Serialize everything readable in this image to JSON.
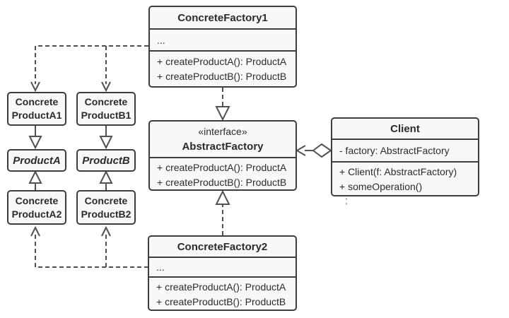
{
  "diagram_title": "Abstract Factory pattern UML class diagram",
  "colors": {
    "background": "#ffffff",
    "box_fill": "#f8f8f8",
    "box_border": "#3d3d3d",
    "text": "#2b2b2b",
    "connector": "#515151"
  },
  "classes": {
    "concreteFactory1": {
      "title": "ConcreteFactory1",
      "ellipsis": "...",
      "methods": [
        "+ createProductA(): ProductA",
        "+ createProductB(): ProductB"
      ]
    },
    "abstractFactory": {
      "stereotype": "«interface»",
      "title": "AbstractFactory",
      "methods": [
        "+ createProductA(): ProductA",
        "+ createProductB(): ProductB"
      ]
    },
    "concreteFactory2": {
      "title": "ConcreteFactory2",
      "ellipsis": "...",
      "methods": [
        "+ createProductA(): ProductA",
        "+ createProductB(): ProductB"
      ]
    },
    "client": {
      "title": "Client",
      "attributes": [
        "- factory: AbstractFactory"
      ],
      "methods": [
        "+ Client(f: AbstractFactory)",
        "+ someOperation()"
      ]
    },
    "concreteProductA1": {
      "line1": "Concrete",
      "line2": "ProductA1"
    },
    "concreteProductB1": {
      "line1": "Concrete",
      "line2": "ProductB1"
    },
    "productA": {
      "title": "ProductA"
    },
    "productB": {
      "title": "ProductB"
    },
    "concreteProductA2": {
      "line1": "Concrete",
      "line2": "ProductA2"
    },
    "concreteProductB2": {
      "line1": "Concrete",
      "line2": "ProductB2"
    }
  },
  "relations": [
    {
      "type": "dependency",
      "from": "ConcreteFactory1",
      "to": "ConcreteProductA1",
      "line": "dashed",
      "head": "open-arrow"
    },
    {
      "type": "dependency",
      "from": "ConcreteFactory1",
      "to": "ConcreteProductB1",
      "line": "dashed",
      "head": "open-arrow"
    },
    {
      "type": "generalization",
      "from": "ConcreteProductA1",
      "to": "ProductA",
      "line": "solid",
      "head": "hollow-triangle"
    },
    {
      "type": "generalization",
      "from": "ConcreteProductB1",
      "to": "ProductB",
      "line": "solid",
      "head": "hollow-triangle"
    },
    {
      "type": "generalization",
      "from": "ConcreteProductA2",
      "to": "ProductA",
      "line": "solid",
      "head": "hollow-triangle"
    },
    {
      "type": "generalization",
      "from": "ConcreteProductB2",
      "to": "ProductB",
      "line": "solid",
      "head": "hollow-triangle"
    },
    {
      "type": "dependency",
      "from": "ConcreteFactory2",
      "to": "ConcreteProductA2",
      "line": "dashed",
      "head": "open-arrow"
    },
    {
      "type": "dependency",
      "from": "ConcreteFactory2",
      "to": "ConcreteProductB2",
      "line": "dashed",
      "head": "open-arrow"
    },
    {
      "type": "realization",
      "from": "ConcreteFactory1",
      "to": "AbstractFactory",
      "line": "dashed",
      "head": "hollow-triangle"
    },
    {
      "type": "realization",
      "from": "ConcreteFactory2",
      "to": "AbstractFactory",
      "line": "dashed",
      "head": "hollow-triangle"
    },
    {
      "type": "aggregation",
      "from": "Client",
      "to": "AbstractFactory",
      "line": "solid",
      "head": "open-arrow",
      "tail": "hollow-diamond"
    }
  ]
}
